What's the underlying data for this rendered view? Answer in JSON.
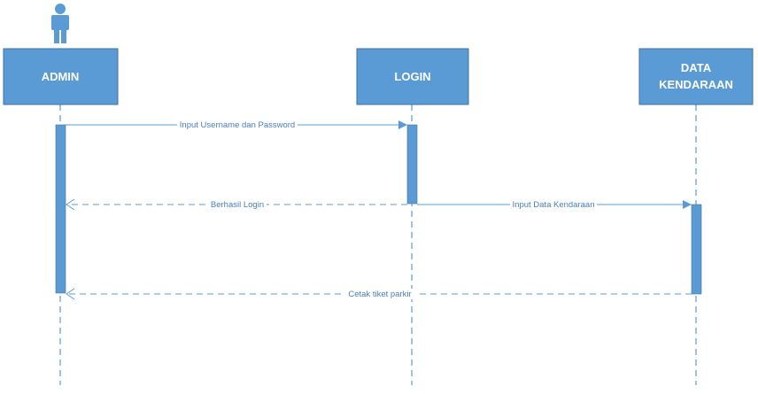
{
  "participants": [
    {
      "id": "admin",
      "label_lines": [
        "ADMIN"
      ]
    },
    {
      "id": "login",
      "label_lines": [
        "LOGIN"
      ]
    },
    {
      "id": "data_kendaraan",
      "label_lines": [
        "DATA",
        "KENDARAAN"
      ]
    }
  ],
  "messages": [
    {
      "id": "m1",
      "label": "Input Username dan Password",
      "kind": "sync"
    },
    {
      "id": "m2",
      "label": "Berhasil Login",
      "kind": "return"
    },
    {
      "id": "m3",
      "label": "Input Data Kendaraan",
      "kind": "sync"
    },
    {
      "id": "m4",
      "label": "Cetak tiket parkir",
      "kind": "return"
    }
  ],
  "colors": {
    "primary": "#5b9bd5",
    "border": "#41719c",
    "text": "#4a7ebb"
  },
  "icons": {
    "actor": "person-icon"
  }
}
